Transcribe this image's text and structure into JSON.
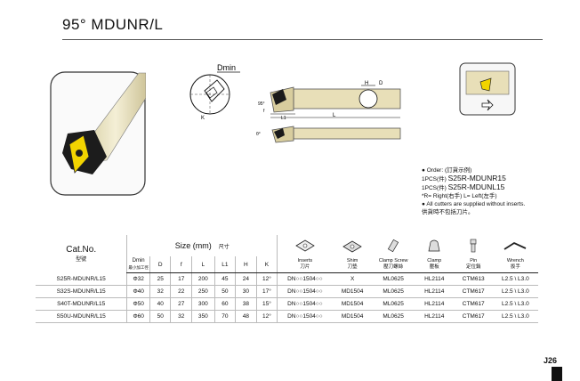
{
  "title": "95° MDUNR/L",
  "drawing": {
    "dmin_label": "Dmin",
    "h_label": "H",
    "d_label": "D",
    "f_label": "f",
    "l1_label": "L1",
    "l_label": "L",
    "angle_label": "95°",
    "k_label": "K",
    "theta_label": "θ°"
  },
  "notes": {
    "order_label": "● Order: (訂貨示例)",
    "order_line1_prefix": "1PCS(件)",
    "order_line1_code": "S25R-MDUNR15",
    "order_line2_prefix": "1PCS(件)",
    "order_line2_code": "S25R-MDUNL15",
    "hand_note": "*R= Right(右手)   L= Left(左手)",
    "supply_note": "● All cutters are supplied without inserts.",
    "supply_note_cn": "供貨時不包括刀片。"
  },
  "table": {
    "cat_no": "Cat.No.",
    "cat_no_cn": "型號",
    "size_label": "Size (mm)",
    "size_label_cn": "尺寸",
    "dmin": "Dmin",
    "dmin_cn": "最小加工徑",
    "cols": [
      "D",
      "f",
      "L",
      "L1",
      "H",
      "K"
    ],
    "inserts": "Inserts",
    "inserts_cn": "刀片",
    "shim": "Shim",
    "shim_cn": "刀墊",
    "clamp_screw": "Clamp Screw",
    "clamp_screw_cn": "壓刀螺絲",
    "clamp": "Clamp",
    "clamp_cn": "壓板",
    "pin": "Pin",
    "pin_cn": "定位銷",
    "wrench": "Wrench",
    "wrench_cn": "扳手",
    "rows": [
      [
        "S25R-MDUNR/L15",
        "Φ32",
        "25",
        "17",
        "200",
        "45",
        "24",
        "12°",
        "DN○○1504○○",
        "X",
        "ML0625",
        "HL2114",
        "CTM613",
        "L2.5 \\ L3.0"
      ],
      [
        "S32S-MDUNR/L15",
        "Φ40",
        "32",
        "22",
        "250",
        "50",
        "30",
        "17°",
        "DN○○1504○○",
        "MD1504",
        "ML0625",
        "HL2114",
        "CTM617",
        "L2.5 \\ L3.0"
      ],
      [
        "S40T-MDUNR/L15",
        "Φ50",
        "40",
        "27",
        "300",
        "60",
        "38",
        "15°",
        "DN○○1504○○",
        "MD1504",
        "ML0625",
        "HL2114",
        "CTM617",
        "L2.5 \\ L3.0"
      ],
      [
        "S50U-MDUNR/L15",
        "Φ60",
        "50",
        "32",
        "350",
        "70",
        "48",
        "12°",
        "DN○○1504○○",
        "MD1504",
        "ML0625",
        "HL2114",
        "CTM617",
        "L2.5 \\ L3.0"
      ]
    ]
  },
  "page_number": "J26",
  "colors": {
    "bar_fill": "#e8dfb8",
    "bar_stroke": "#555555",
    "insert_yellow": "#f2d400",
    "dark": "#1a1a1a"
  }
}
